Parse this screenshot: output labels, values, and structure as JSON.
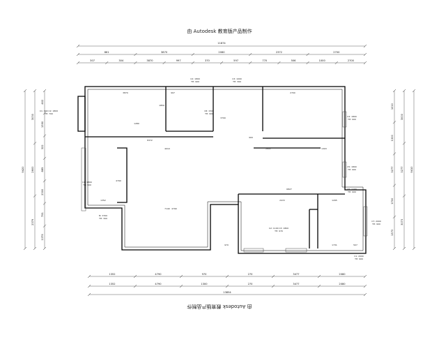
{
  "watermark": {
    "top": "由 Autodesk 教育版产品制作",
    "bottom": "由 Autodesk 教育版产品制作"
  },
  "colors": {
    "wall": "#000000",
    "window": "#4a4a4a",
    "dimension": "#333333",
    "background": "#ffffff"
  },
  "dimensions": {
    "top_total": "11874",
    "top_row1": [
      "861",
      "3870",
      "2060",
      "2372",
      "2700"
    ],
    "top_row2": [
      "307",
      "304",
      "3870",
      "997",
      "370",
      "597",
      "770",
      "506",
      "1000",
      "2700"
    ],
    "bottom_row1": [
      "1352",
      "4790",
      "970",
      "270",
      "3477",
      "2080"
    ],
    "bottom_row2": [
      "1352",
      "4790",
      "1300",
      "270",
      "3477",
      "2080"
    ],
    "bottom_total": "13854",
    "left_outer": "9420",
    "left_row": [
      "3030",
      "2600",
      "2379"
    ],
    "left_inner": [
      "402",
      "1390",
      "322",
      "885",
      "2300",
      "791",
      "1379"
    ],
    "right_outer": "9410",
    "right_row": [
      "3000",
      "3277",
      "3073"
    ],
    "right_inner": [
      "1010",
      "1300",
      "3277",
      "1700",
      "1373"
    ]
  },
  "interior": {
    "labels": [
      "3870",
      "997",
      "1850",
      "3700",
      "2700",
      "8372",
      "4010",
      "7140",
      "1280",
      "1352",
      "4790",
      "4790",
      "6827",
      "2472",
      "1295",
      "2911",
      "1303",
      "900",
      "1731",
      "507",
      "970"
    ],
    "windows": [
      "C2: 1800 TH: 900",
      "C1: 900 C2: 1800 TH: 700",
      "C3: 1000 TH: 300",
      "C4: 1800 TH: 900",
      "C5: 1800 TH: 900",
      "C6: 1100 TH: 900",
      "C7: 2000 TH: 900",
      "C1: 2000 TH: 900",
      "C1: 1800 TH: 900",
      "M: 3700 TH: 300",
      "C2: 1100 C3: 1800 TH: 970",
      "C8: 1500 TH: 900"
    ]
  }
}
